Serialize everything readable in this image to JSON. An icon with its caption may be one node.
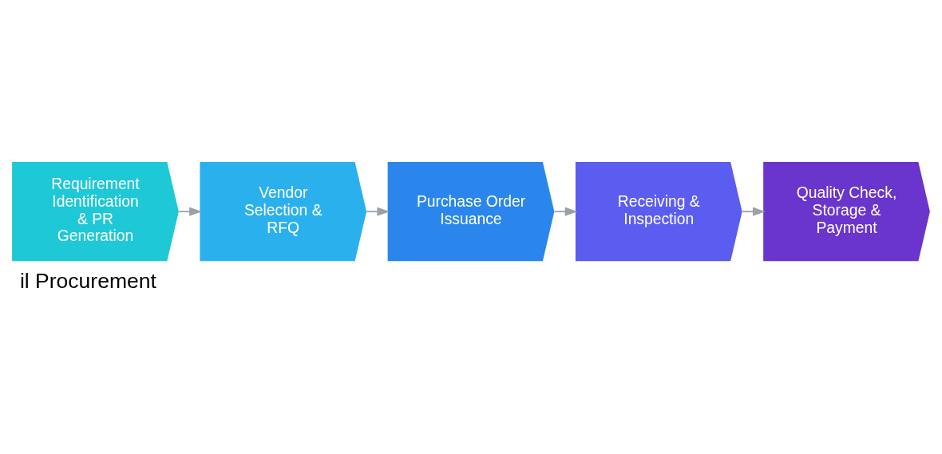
{
  "diagram": {
    "caption": "il Procurement",
    "nodes": [
      {
        "text": [
          "Requirement Identification & PR Generation"
        ]
      },
      {
        "text": [
          "Vendor Selection & RFQ"
        ]
      },
      {
        "text": [
          "Purchase Order Issuance"
        ]
      },
      {
        "text": [
          "Receiving & Inspection"
        ]
      },
      {
        "text": [
          "Quality Check, Storage & Payment"
        ]
      }
    ],
    "edges": [
      {
        "from": 0,
        "to": 1,
        "arrow": "to"
      },
      {
        "from": 1,
        "to": 2,
        "arrow": "to"
      },
      {
        "from": 2,
        "to": 3,
        "arrow": "to"
      },
      {
        "from": 3,
        "to": 4,
        "arrow": "to"
      }
    ]
  }
}
